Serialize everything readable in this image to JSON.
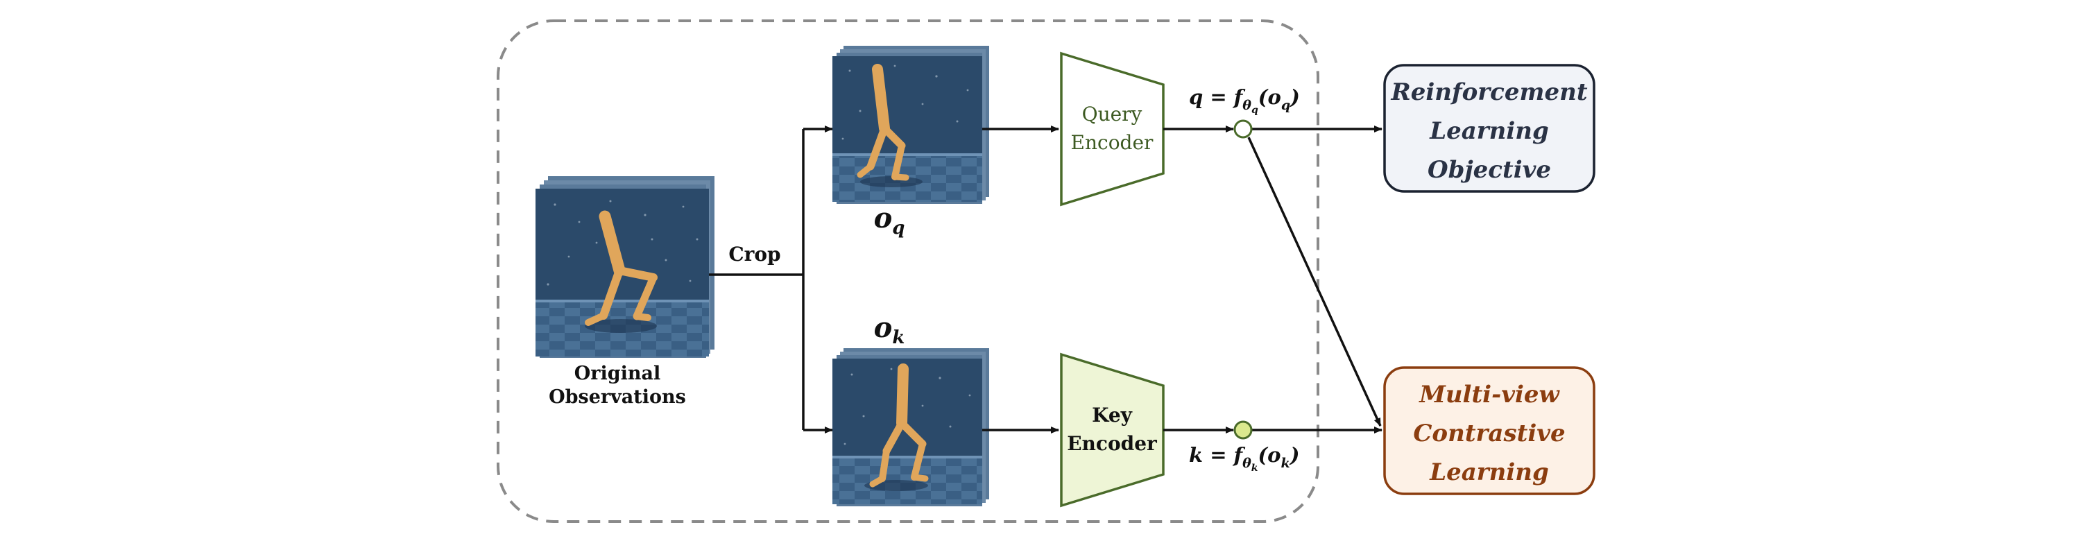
{
  "labels": {
    "original": [
      "Original",
      "Observations"
    ],
    "crop": "Crop",
    "oq_main": "o",
    "oq_sub": "q",
    "ok_main": "o",
    "ok_sub": "k",
    "query_encoder": [
      "Query",
      "Encoder"
    ],
    "key_encoder": [
      "Key",
      "Encoder"
    ],
    "q_eq": {
      "lhs": "q = f",
      "sub": "θ",
      "subsub": "q",
      "open": "(o",
      "arg_sub": "q",
      "close": ")"
    },
    "k_eq": {
      "lhs": "k = f",
      "sub": "θ",
      "subsub": "k",
      "open": "(o",
      "arg_sub": "k",
      "close": ")"
    },
    "rl_objective": [
      "Reinforcement",
      "Learning",
      "Objective"
    ],
    "contrastive": [
      "Multi-view",
      "Contrastive",
      "Learning"
    ]
  },
  "colors": {
    "query_text": "#3d5a22",
    "key_text": "#111111",
    "query_fill": "#ffffff",
    "key_fill": "#eef5d6",
    "encoder_stroke": "#4a6b2a",
    "rl_fill": "#f1f3f8",
    "rl_text": "#2a3245",
    "contrastive_fill": "#fdf1e6",
    "contrastive_stroke": "#8b3d0f",
    "contrastive_text": "#8b3d0f",
    "dashed": "#8a8a8a",
    "q_node": "#ffffff",
    "k_node": "#dbe98e",
    "scene_bg": "#2b4a6a",
    "scene_floor": "#4f7396",
    "walker": "#e0a65b"
  }
}
